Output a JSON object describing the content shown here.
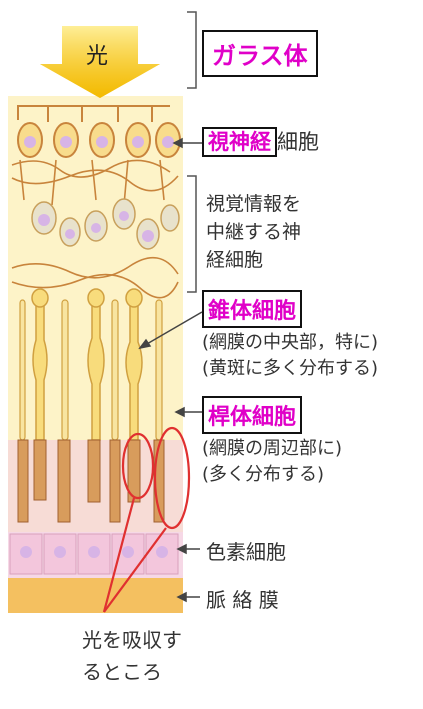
{
  "labels": {
    "light": "光",
    "vitreous": "ガラス体",
    "optic_nerve_highlight": "視神経",
    "optic_nerve_rest": "細胞",
    "relay_line1": "視覚情報を",
    "relay_line2": "中継する神",
    "relay_line3": "経細胞",
    "cone": "錐体細胞",
    "cone_note_line1": "網膜の中央部，特に",
    "cone_note_line2": "黄斑に多く分布する",
    "rod": "桿体細胞",
    "rod_note_line1": "網膜の周辺部に",
    "rod_note_line2": "多く分布する",
    "pigment": "色素細胞",
    "choroid": "脈 絡 膜",
    "absorb_line1": "光を吸収す",
    "absorb_line2": "るところ"
  },
  "colors": {
    "highlight_text": "#e000c8",
    "arrow_yellow": "#f5c400",
    "retina_bg": "#fdf3c8",
    "choroid": "#f4c060",
    "nerve_fiber": "#c8843c",
    "cell_nucleus": "#d7b4e6",
    "outer_segment": "#f2c9c4",
    "absorb_outline": "#e03030"
  }
}
